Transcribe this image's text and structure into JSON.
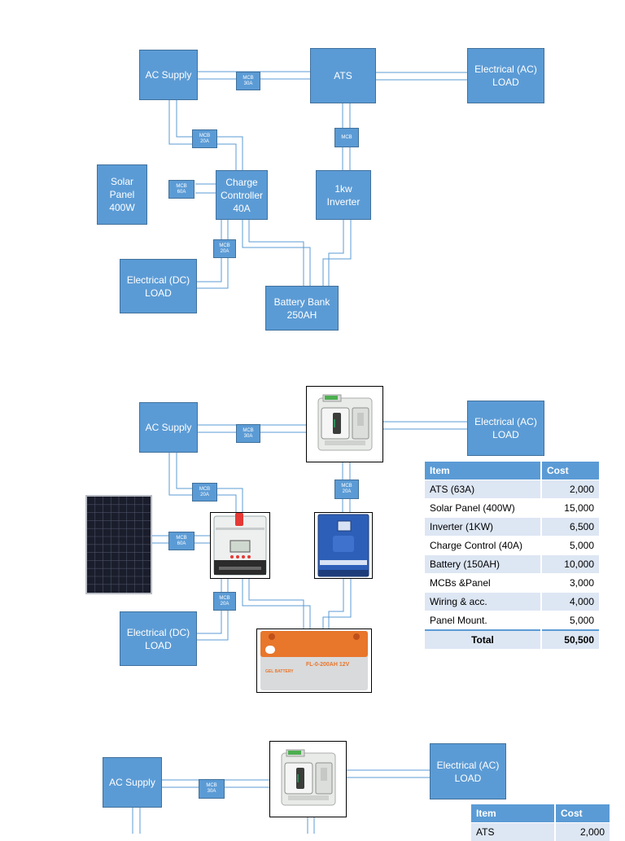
{
  "diagram1": {
    "ac_supply": "AC Supply",
    "ats": "ATS",
    "ac_load": "Electrical (AC)\nLOAD",
    "solar": "Solar\nPanel\n400W",
    "charge_controller": "Charge\nController\n40A",
    "inverter": "1kw\nInverter",
    "dc_load": "Electrical (DC)\nLOAD",
    "battery": "Battery Bank\n250AH",
    "mcb_ac": "MCB\n30A",
    "mcb_cc": "MCB\n20A",
    "mcb_solar": "MCB\n60A",
    "mcb_inv": "MCB",
    "mcb_dc": "MCB\n20A"
  },
  "diagram2": {
    "ac_supply": "AC Supply",
    "ac_load": "Electrical (AC)\nLOAD",
    "dc_load": "Electrical (DC)\nLOAD",
    "mcb_ac": "MCB\n30A",
    "mcb_cc": "MCB\n20A",
    "mcb_solar": "MCB\n60A",
    "mcb_inv": "MCB\n20A",
    "mcb_dc": "MCB\n20A",
    "battery_label": "FL-0-200AH 12V",
    "battery_sub": "GEL BATTERY"
  },
  "cost_table": {
    "headers": [
      "Item",
      "Cost"
    ],
    "rows": [
      [
        "ATS (63A)",
        "2,000"
      ],
      [
        "Solar Panel (400W)",
        "15,000"
      ],
      [
        "Inverter (1KW)",
        "6,500"
      ],
      [
        "Charge Control (40A)",
        "5,000"
      ],
      [
        "Battery (150AH)",
        "10,000"
      ],
      [
        "MCBs &Panel",
        "3,000"
      ],
      [
        "Wiring & acc.",
        "4,000"
      ],
      [
        "Panel Mount.",
        "5,000"
      ]
    ],
    "total": [
      "Total",
      "50,500"
    ]
  },
  "diagram3": {
    "ac_supply": "AC Supply",
    "ac_load": "Electrical (AC)\nLOAD",
    "mcb_ac": "MCB\n30A",
    "table_headers": [
      "Item",
      "Cost"
    ],
    "table_row": [
      "ATS",
      "2,000"
    ]
  },
  "colors": {
    "box_fill": "#5b9bd5",
    "box_border": "#41719c",
    "table_band": "#dde6f3",
    "battery_orange": "#e8762b"
  }
}
